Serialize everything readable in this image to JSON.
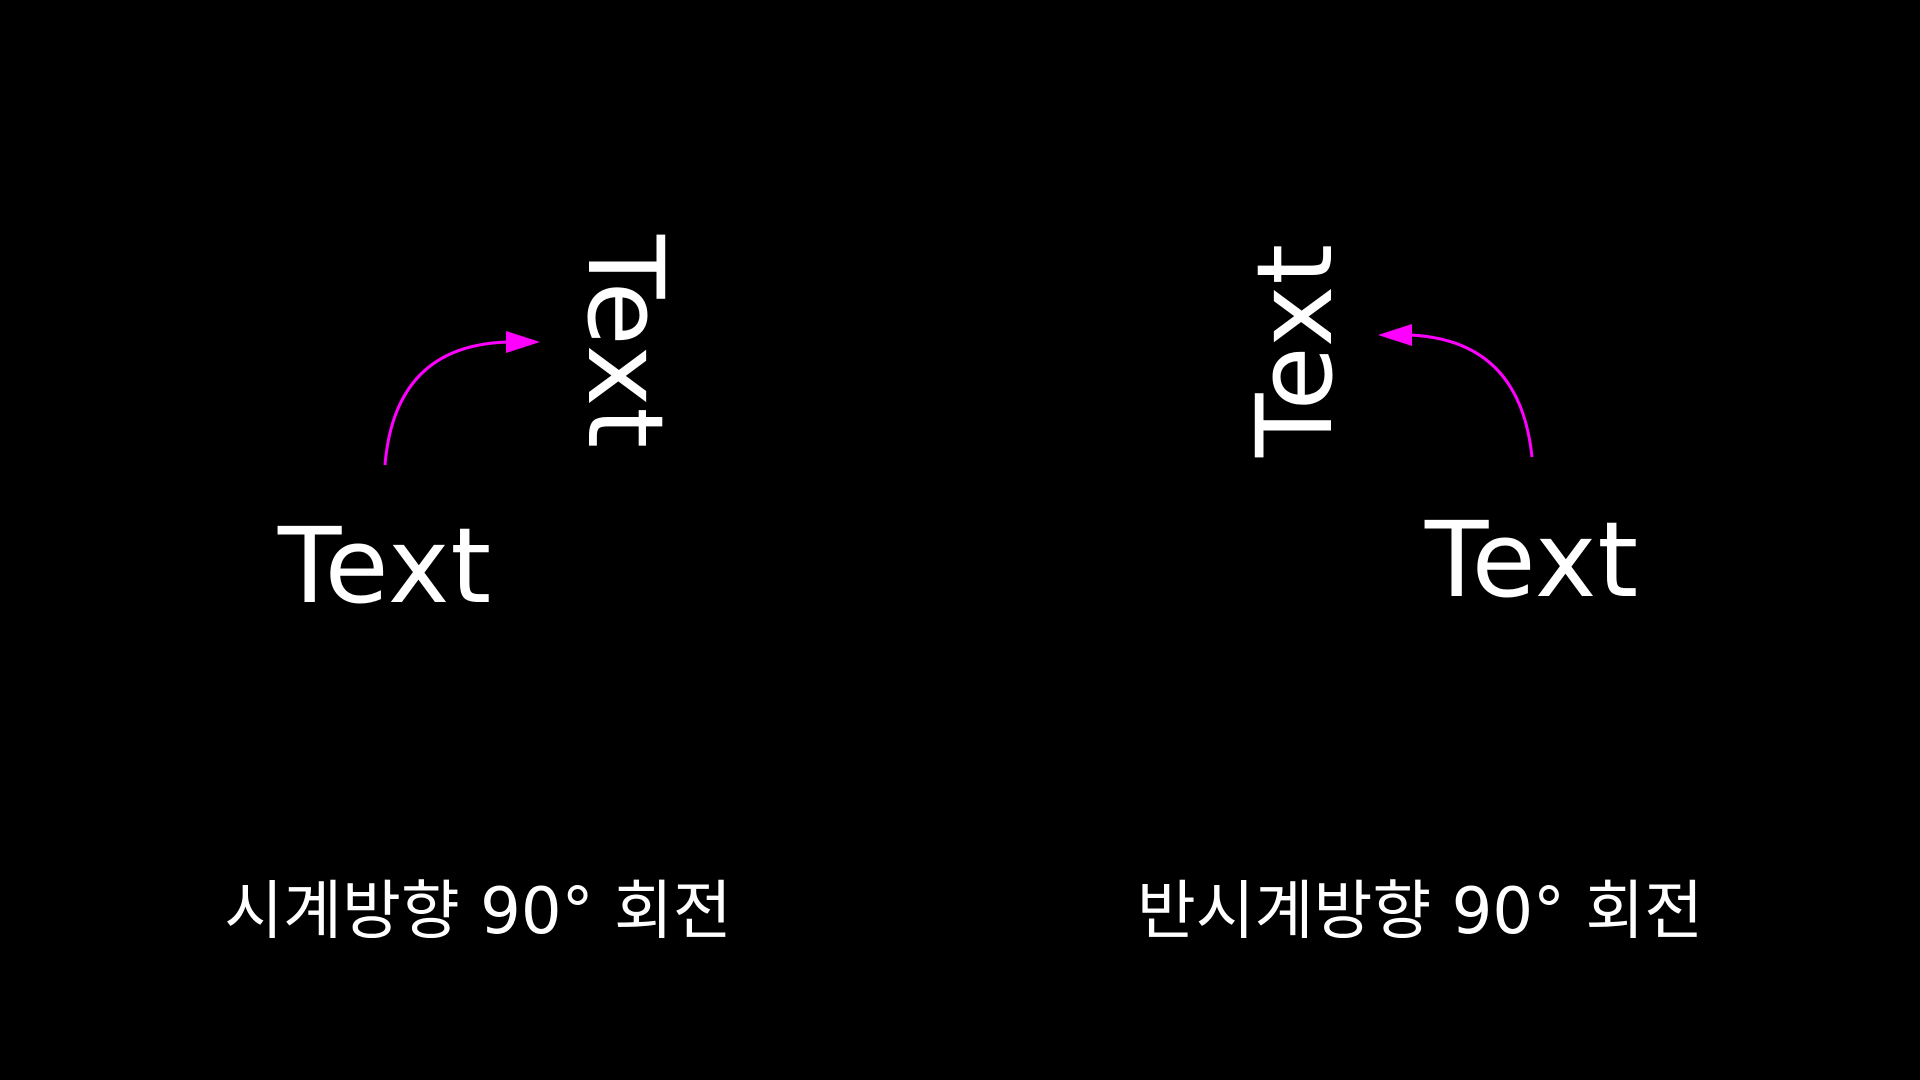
{
  "accent_color": "#ff00ff",
  "background_color": "#000000",
  "text_color": "#ffffff",
  "left_panel": {
    "horizontal_text": "Text",
    "rotated_text": "Text",
    "arrow_icon": "clockwise-arrow-icon",
    "caption": "시계방향 90° 회전"
  },
  "right_panel": {
    "horizontal_text": "Text",
    "rotated_text": "Text",
    "arrow_icon": "counterclockwise-arrow-icon",
    "caption": "반시계방향 90° 회전"
  }
}
